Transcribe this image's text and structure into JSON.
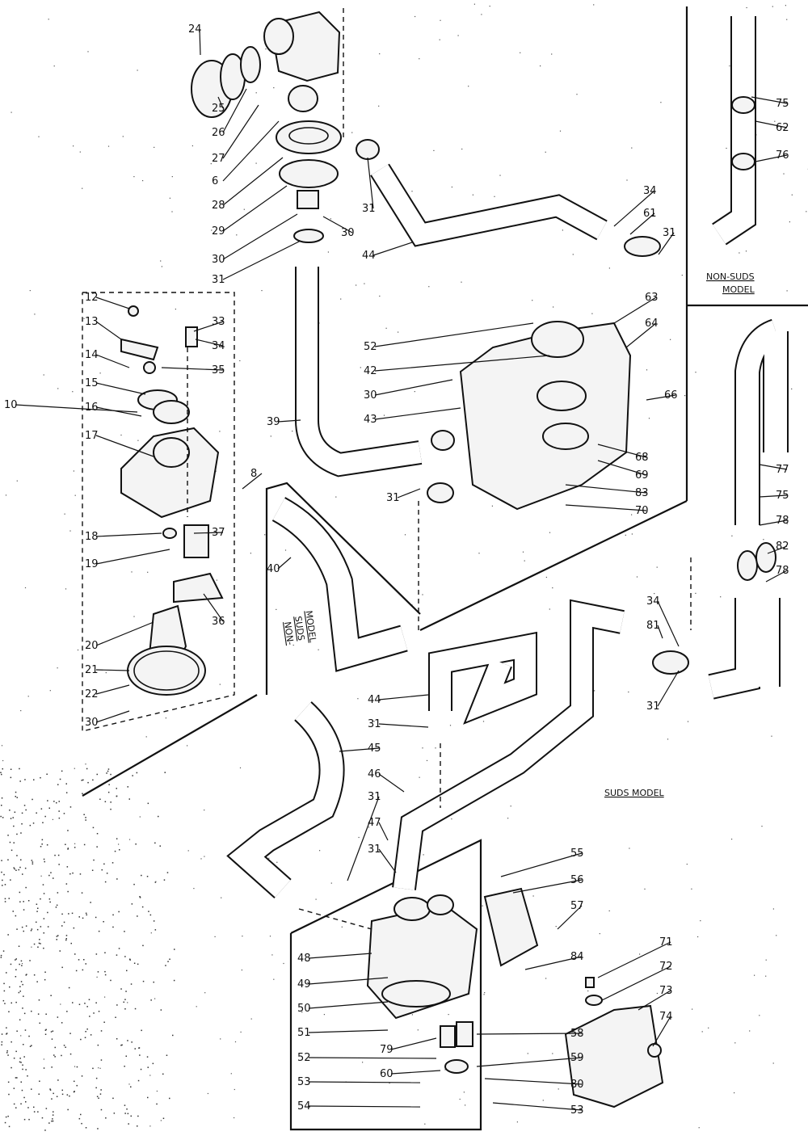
{
  "callouts": [
    "24",
    "25",
    "26",
    "27",
    "6",
    "28",
    "29",
    "30",
    "31",
    "30",
    "31",
    "44",
    "34",
    "61",
    "31",
    "75",
    "62",
    "76",
    "63",
    "64",
    "66",
    "52",
    "42",
    "30",
    "43",
    "39",
    "68",
    "69",
    "83",
    "70",
    "31",
    "12",
    "13",
    "14",
    "15",
    "10",
    "16",
    "17",
    "33",
    "34",
    "35",
    "8",
    "37",
    "36",
    "40",
    "18",
    "19",
    "20",
    "21",
    "22",
    "30",
    "77",
    "75",
    "78",
    "82",
    "78",
    "34",
    "81",
    "31",
    "44",
    "31",
    "45",
    "46",
    "31",
    "47",
    "31",
    "55",
    "56",
    "57",
    "84",
    "48",
    "49",
    "50",
    "51",
    "79",
    "58",
    "52",
    "60",
    "59",
    "53",
    "80",
    "54",
    "53",
    "71",
    "72",
    "73",
    "74"
  ],
  "model_labels": {
    "non_suds_top": [
      "NON-SUDS",
      "MODEL"
    ],
    "non_suds_left": [
      "NON-",
      "SUDS",
      "MODEL"
    ],
    "suds": "SUDS MODEL"
  }
}
